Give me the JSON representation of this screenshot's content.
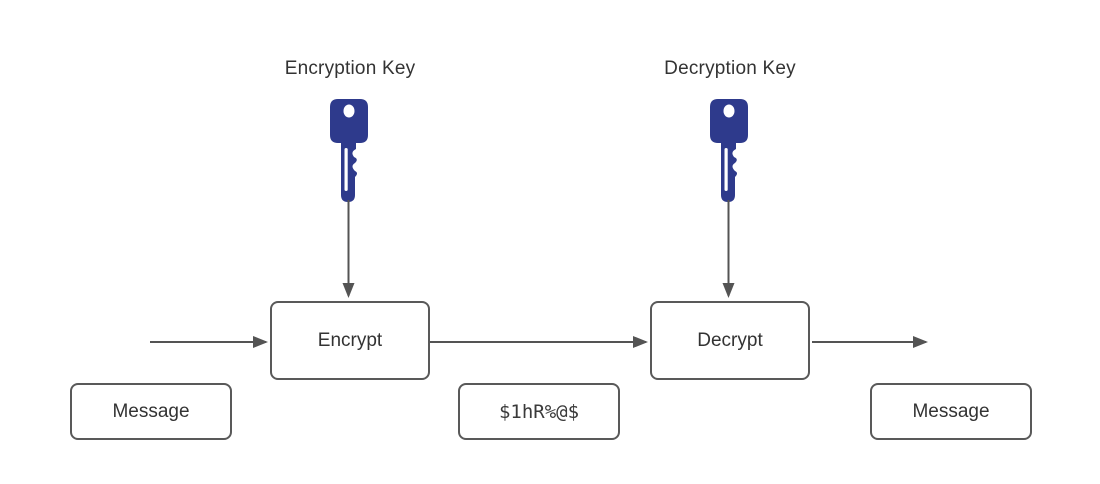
{
  "diagram": {
    "type": "encryption-flow-diagram",
    "labels": {
      "encryption_key": "Encryption Key",
      "decryption_key": "Decryption Key"
    },
    "nodes": {
      "message_in": "Message",
      "encrypt": "Encrypt",
      "ciphertext": "$1hR%@$",
      "decrypt": "Decrypt",
      "message_out": "Message"
    },
    "icons": {
      "encryption_key_icon": "key-icon",
      "decryption_key_icon": "key-icon"
    },
    "edges": [
      {
        "from": "message_in",
        "to": "encrypt"
      },
      {
        "from": "encryption_key_icon",
        "to": "encrypt"
      },
      {
        "from": "encrypt",
        "to": "decrypt"
      },
      {
        "from": "decryption_key_icon",
        "to": "decrypt"
      },
      {
        "from": "decrypt",
        "to": "message_out"
      }
    ],
    "colors": {
      "key_fill": "#2e3a8c",
      "box_border": "#595959",
      "arrow": "#545454",
      "text": "#333333",
      "background": "#ffffff"
    }
  }
}
